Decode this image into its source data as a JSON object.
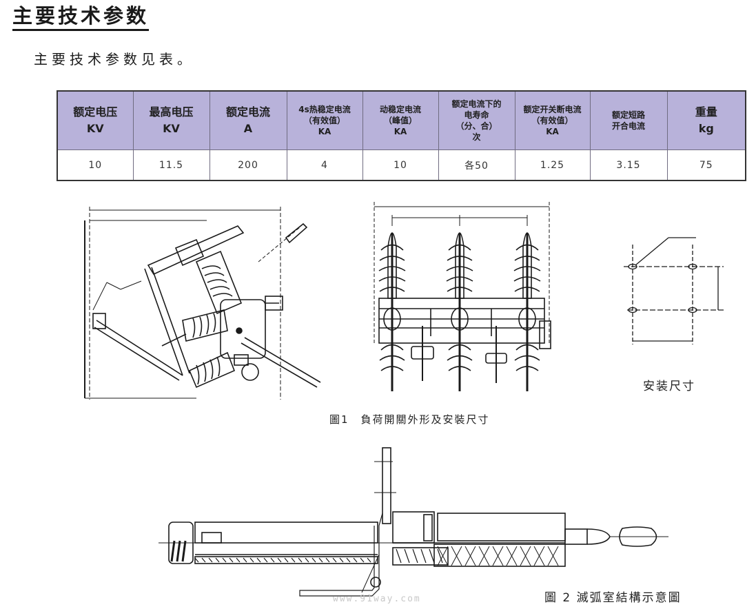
{
  "section": {
    "title": "主要技术参数",
    "intro": "主要技术参数见表。"
  },
  "spec_table": {
    "headers": [
      {
        "lines": [
          "额定电压",
          "KV"
        ]
      },
      {
        "lines": [
          "最高电压",
          "KV"
        ]
      },
      {
        "lines": [
          "额定电流",
          "A"
        ]
      },
      {
        "lines": [
          "4s热稳定电流",
          "（有效值）",
          "KA"
        ]
      },
      {
        "lines": [
          "动稳定电流",
          "（峰值）",
          "KA"
        ]
      },
      {
        "lines": [
          "额定电流下的",
          "电寿命",
          "（分、合）",
          "次"
        ]
      },
      {
        "lines": [
          "额定开关断电流",
          "（有效值）",
          "KA"
        ]
      },
      {
        "lines": [
          "额定短路",
          "开合电流"
        ]
      },
      {
        "lines": [
          "重量",
          "kg"
        ]
      }
    ],
    "values": [
      "10",
      "11.5",
      "200",
      "4",
      "10",
      "各50",
      "1.25",
      "3.15",
      "75"
    ],
    "header_color": "#b8b2da"
  },
  "figures": {
    "install_label": "安装尺寸",
    "figure1_caption": "圖1　負荷開關外形及安裝尺寸",
    "figure2_caption": "圖 2  滅弧室結構示意圖"
  },
  "watermark": "www.91way.com"
}
